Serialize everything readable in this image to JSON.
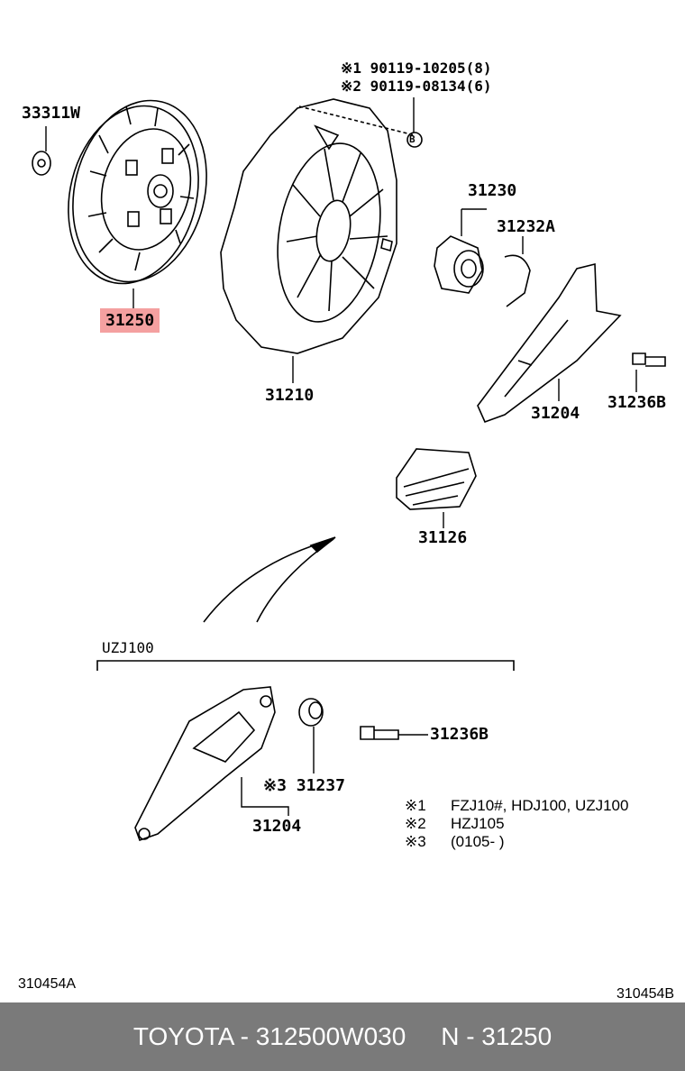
{
  "parts": {
    "p33311w": "33311W",
    "p31250": "31250",
    "p31210": "31210",
    "p31230": "31230",
    "p31232a": "31232A",
    "p31204_top": "31204",
    "p31236b_top": "31236B",
    "p31126": "31126",
    "p31236b_bot": "31236B",
    "p31237": "※3 31237",
    "p31204_bot": "31204",
    "bolt1": "※1 90119-10205(8)",
    "bolt2": "※2 90119-08134(6)",
    "b_marker": "B"
  },
  "section_label": "UZJ100",
  "notes": [
    {
      "mark": "※1",
      "text": "FZJ10#, HDJ100, UZJ100"
    },
    {
      "mark": "※2",
      "text": "HZJ105"
    },
    {
      "mark": "※3",
      "text": "(0105-        )"
    }
  ],
  "codes": {
    "left": "310454A",
    "right": "310454B"
  },
  "footer": "TOYOTA - 312500W030     N - 31250",
  "colors": {
    "highlight": "#f4a0a0",
    "footer_bg": "#7a7a7a"
  }
}
